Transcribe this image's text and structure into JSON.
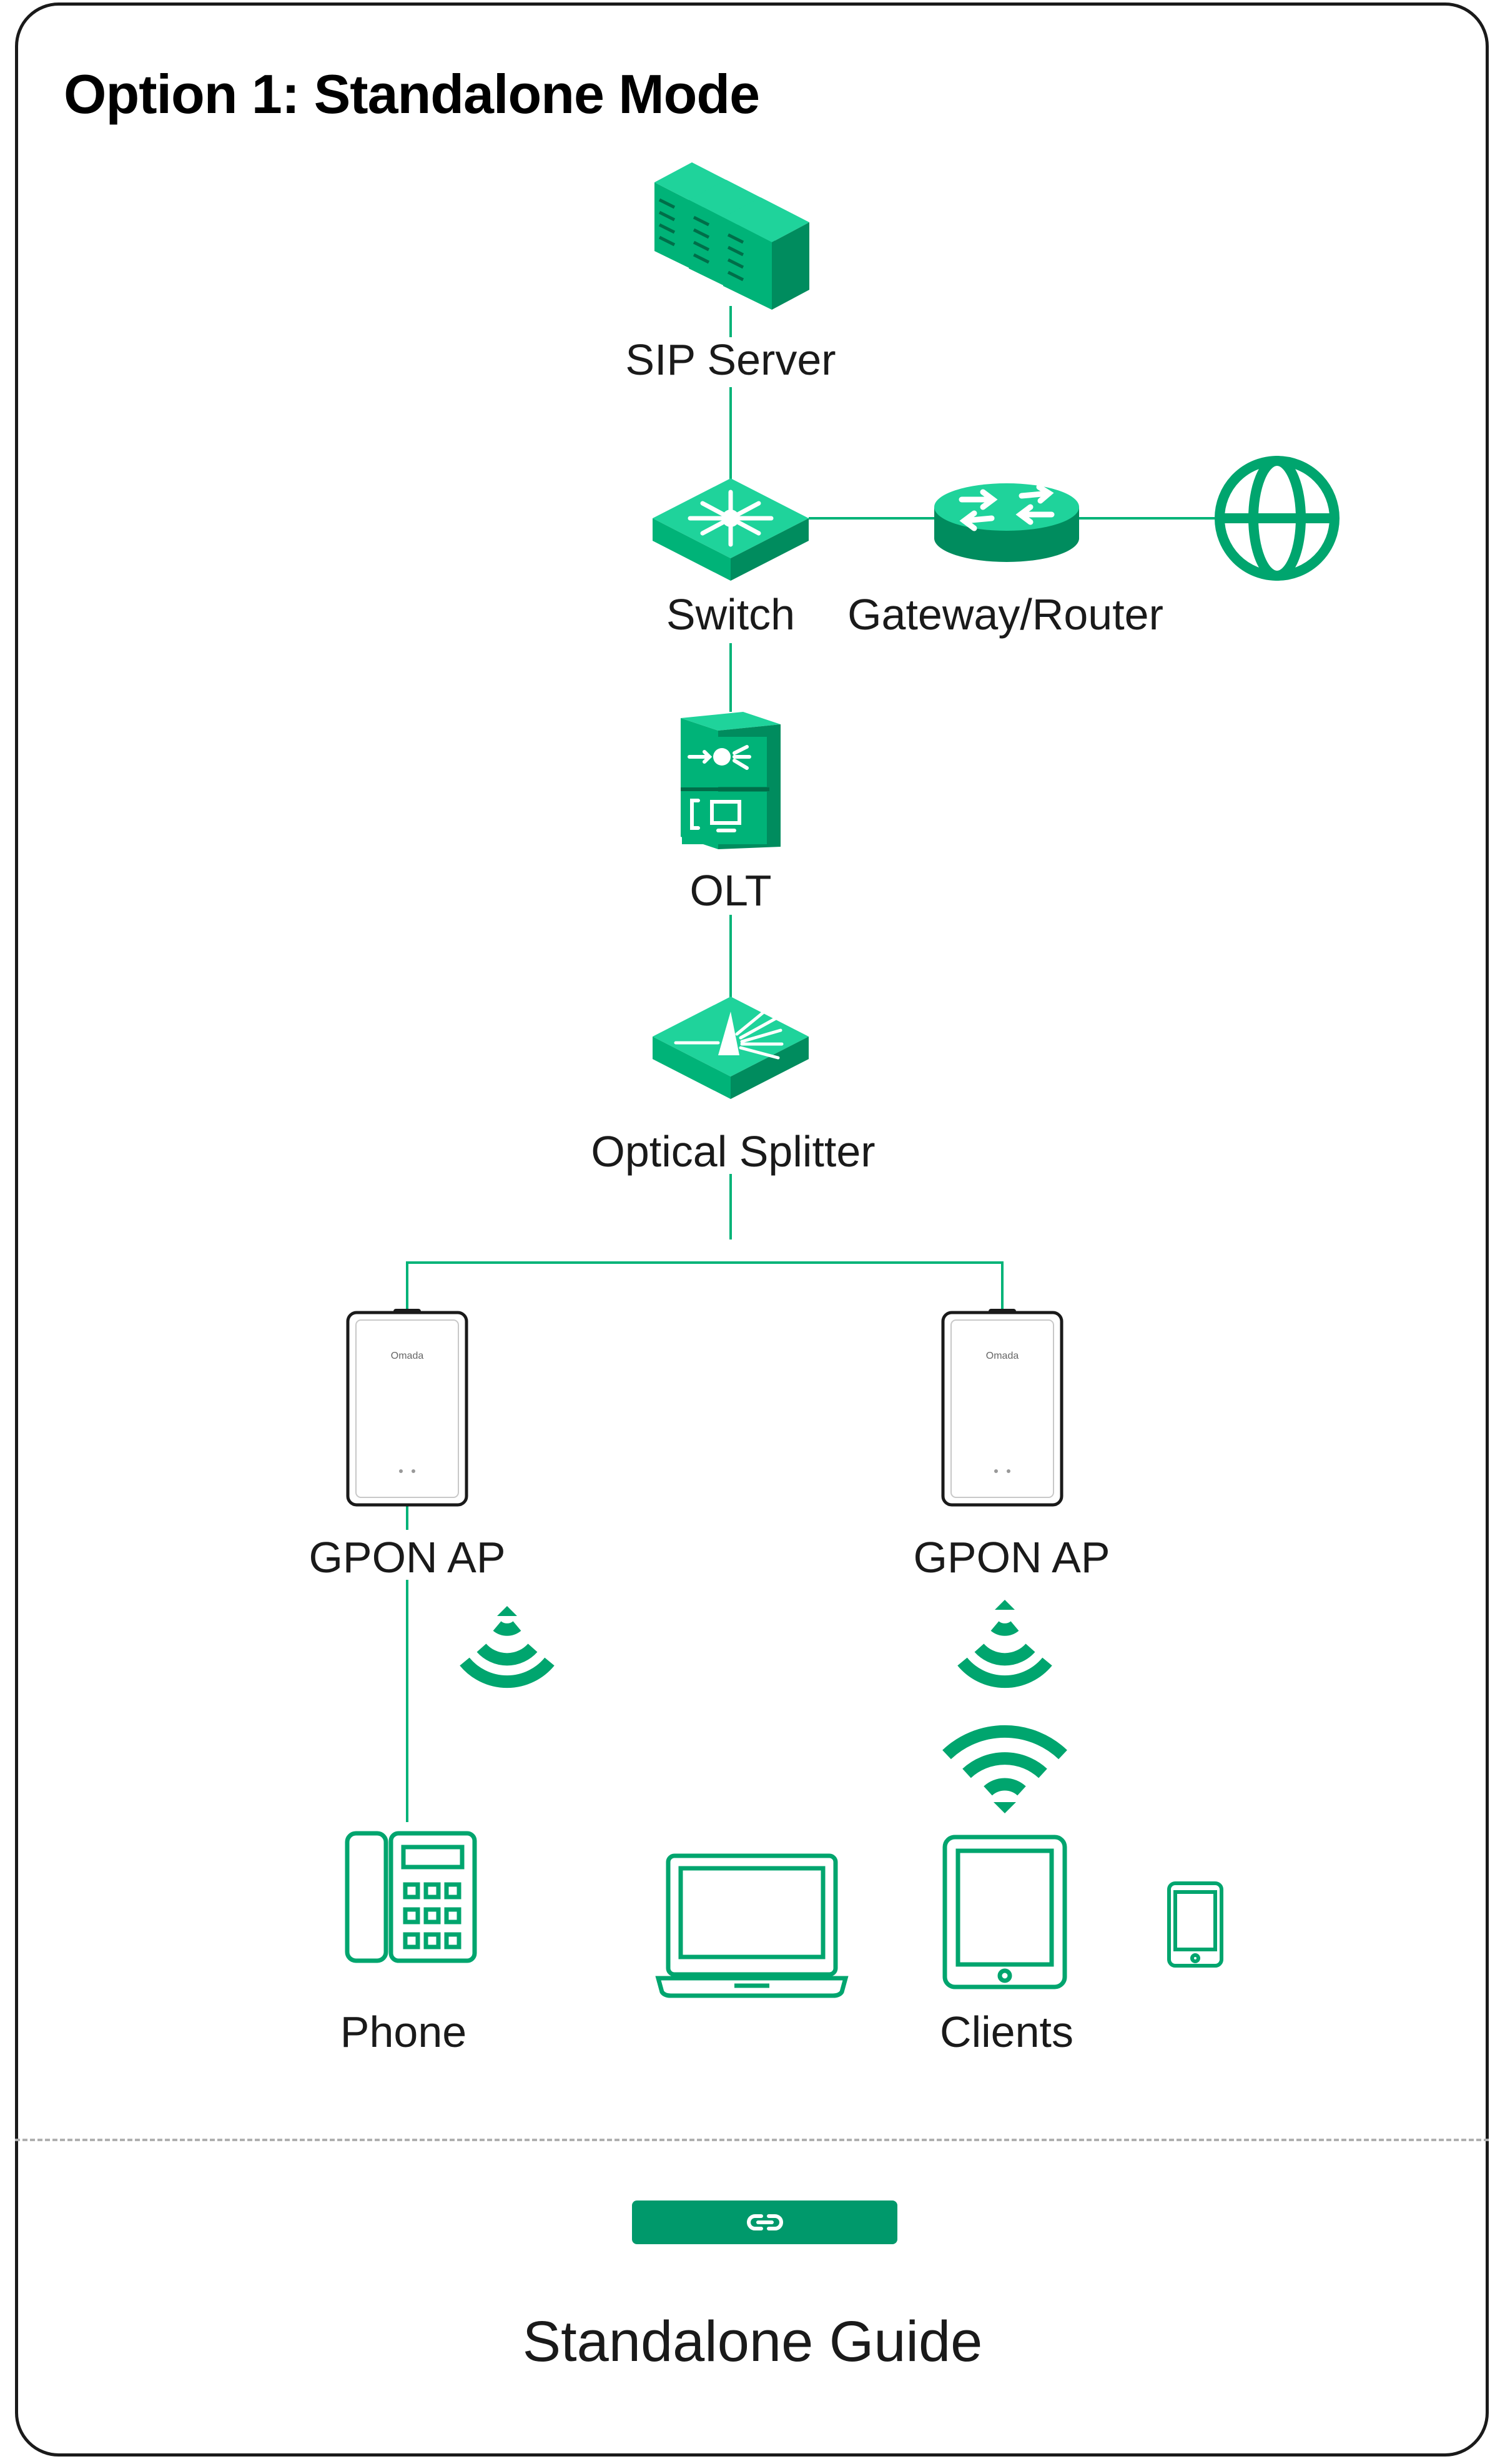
{
  "title": "Option 1: Standalone Mode",
  "colors": {
    "green": "#00b378",
    "green_dark": "#008c5e",
    "green_light": "#1fd39b",
    "link_button": "#00996b"
  },
  "nodes": {
    "sip_server": {
      "label": "SIP Server",
      "icon": "server-rack-icon"
    },
    "switch": {
      "label": "Switch",
      "icon": "switch-icon"
    },
    "gateway": {
      "label": "Gateway/Router",
      "icon": "router-icon"
    },
    "internet": {
      "icon": "globe-icon"
    },
    "olt": {
      "label": "OLT",
      "icon": "olt-icon"
    },
    "splitter": {
      "label": "Optical Splitter",
      "icon": "optical-splitter-icon"
    },
    "gpon_ap_left": {
      "label": "GPON AP",
      "brand": "Omada",
      "icon": "gpon-ap-icon"
    },
    "gpon_ap_right": {
      "label": "GPON AP",
      "brand": "Omada",
      "icon": "gpon-ap-icon"
    },
    "phone": {
      "label": "Phone",
      "icon": "desk-phone-icon"
    },
    "clients": {
      "label": "Clients",
      "icons": [
        "laptop-icon",
        "tablet-icon",
        "smartphone-icon"
      ]
    }
  },
  "footer": {
    "link_icon": "link-icon",
    "guide_label": "Standalone Guide"
  }
}
